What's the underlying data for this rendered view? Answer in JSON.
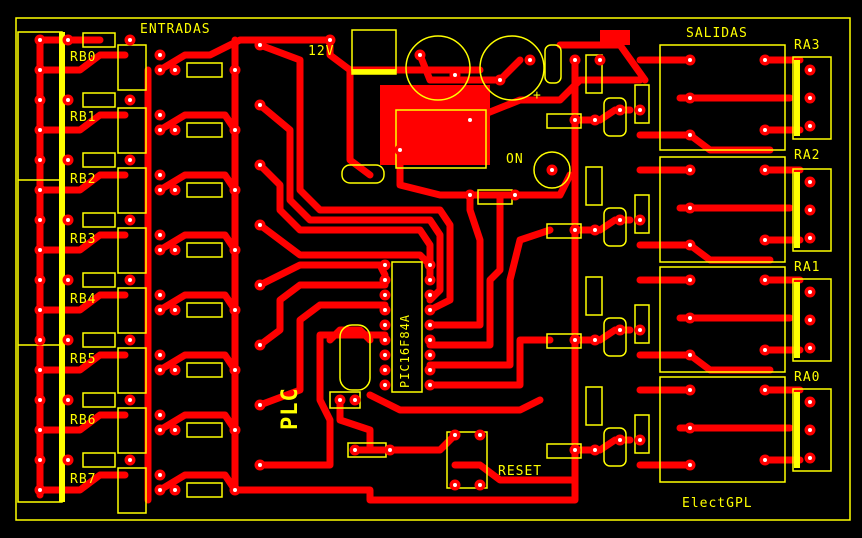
{
  "board": {
    "left_header": "ENTRADAS",
    "right_header": "SALIDAS",
    "power_label": "12V",
    "on_label": "ON",
    "reset_label": "RESET",
    "author_label": "ElectGPL",
    "plc_label": "PLC",
    "chip_label": "PIC16F84A",
    "power_polarity": "+",
    "input_labels": [
      "RB0",
      "RB1",
      "RB2",
      "RB3",
      "RB4",
      "RB5",
      "RB6",
      "RB7"
    ],
    "output_labels": [
      "RA3",
      "RA2",
      "RA1",
      "RA0"
    ]
  },
  "colors": {
    "background": "#000000",
    "copper": "#ff0000",
    "silkscreen": "#ffff00",
    "pad": "#ffffff"
  }
}
